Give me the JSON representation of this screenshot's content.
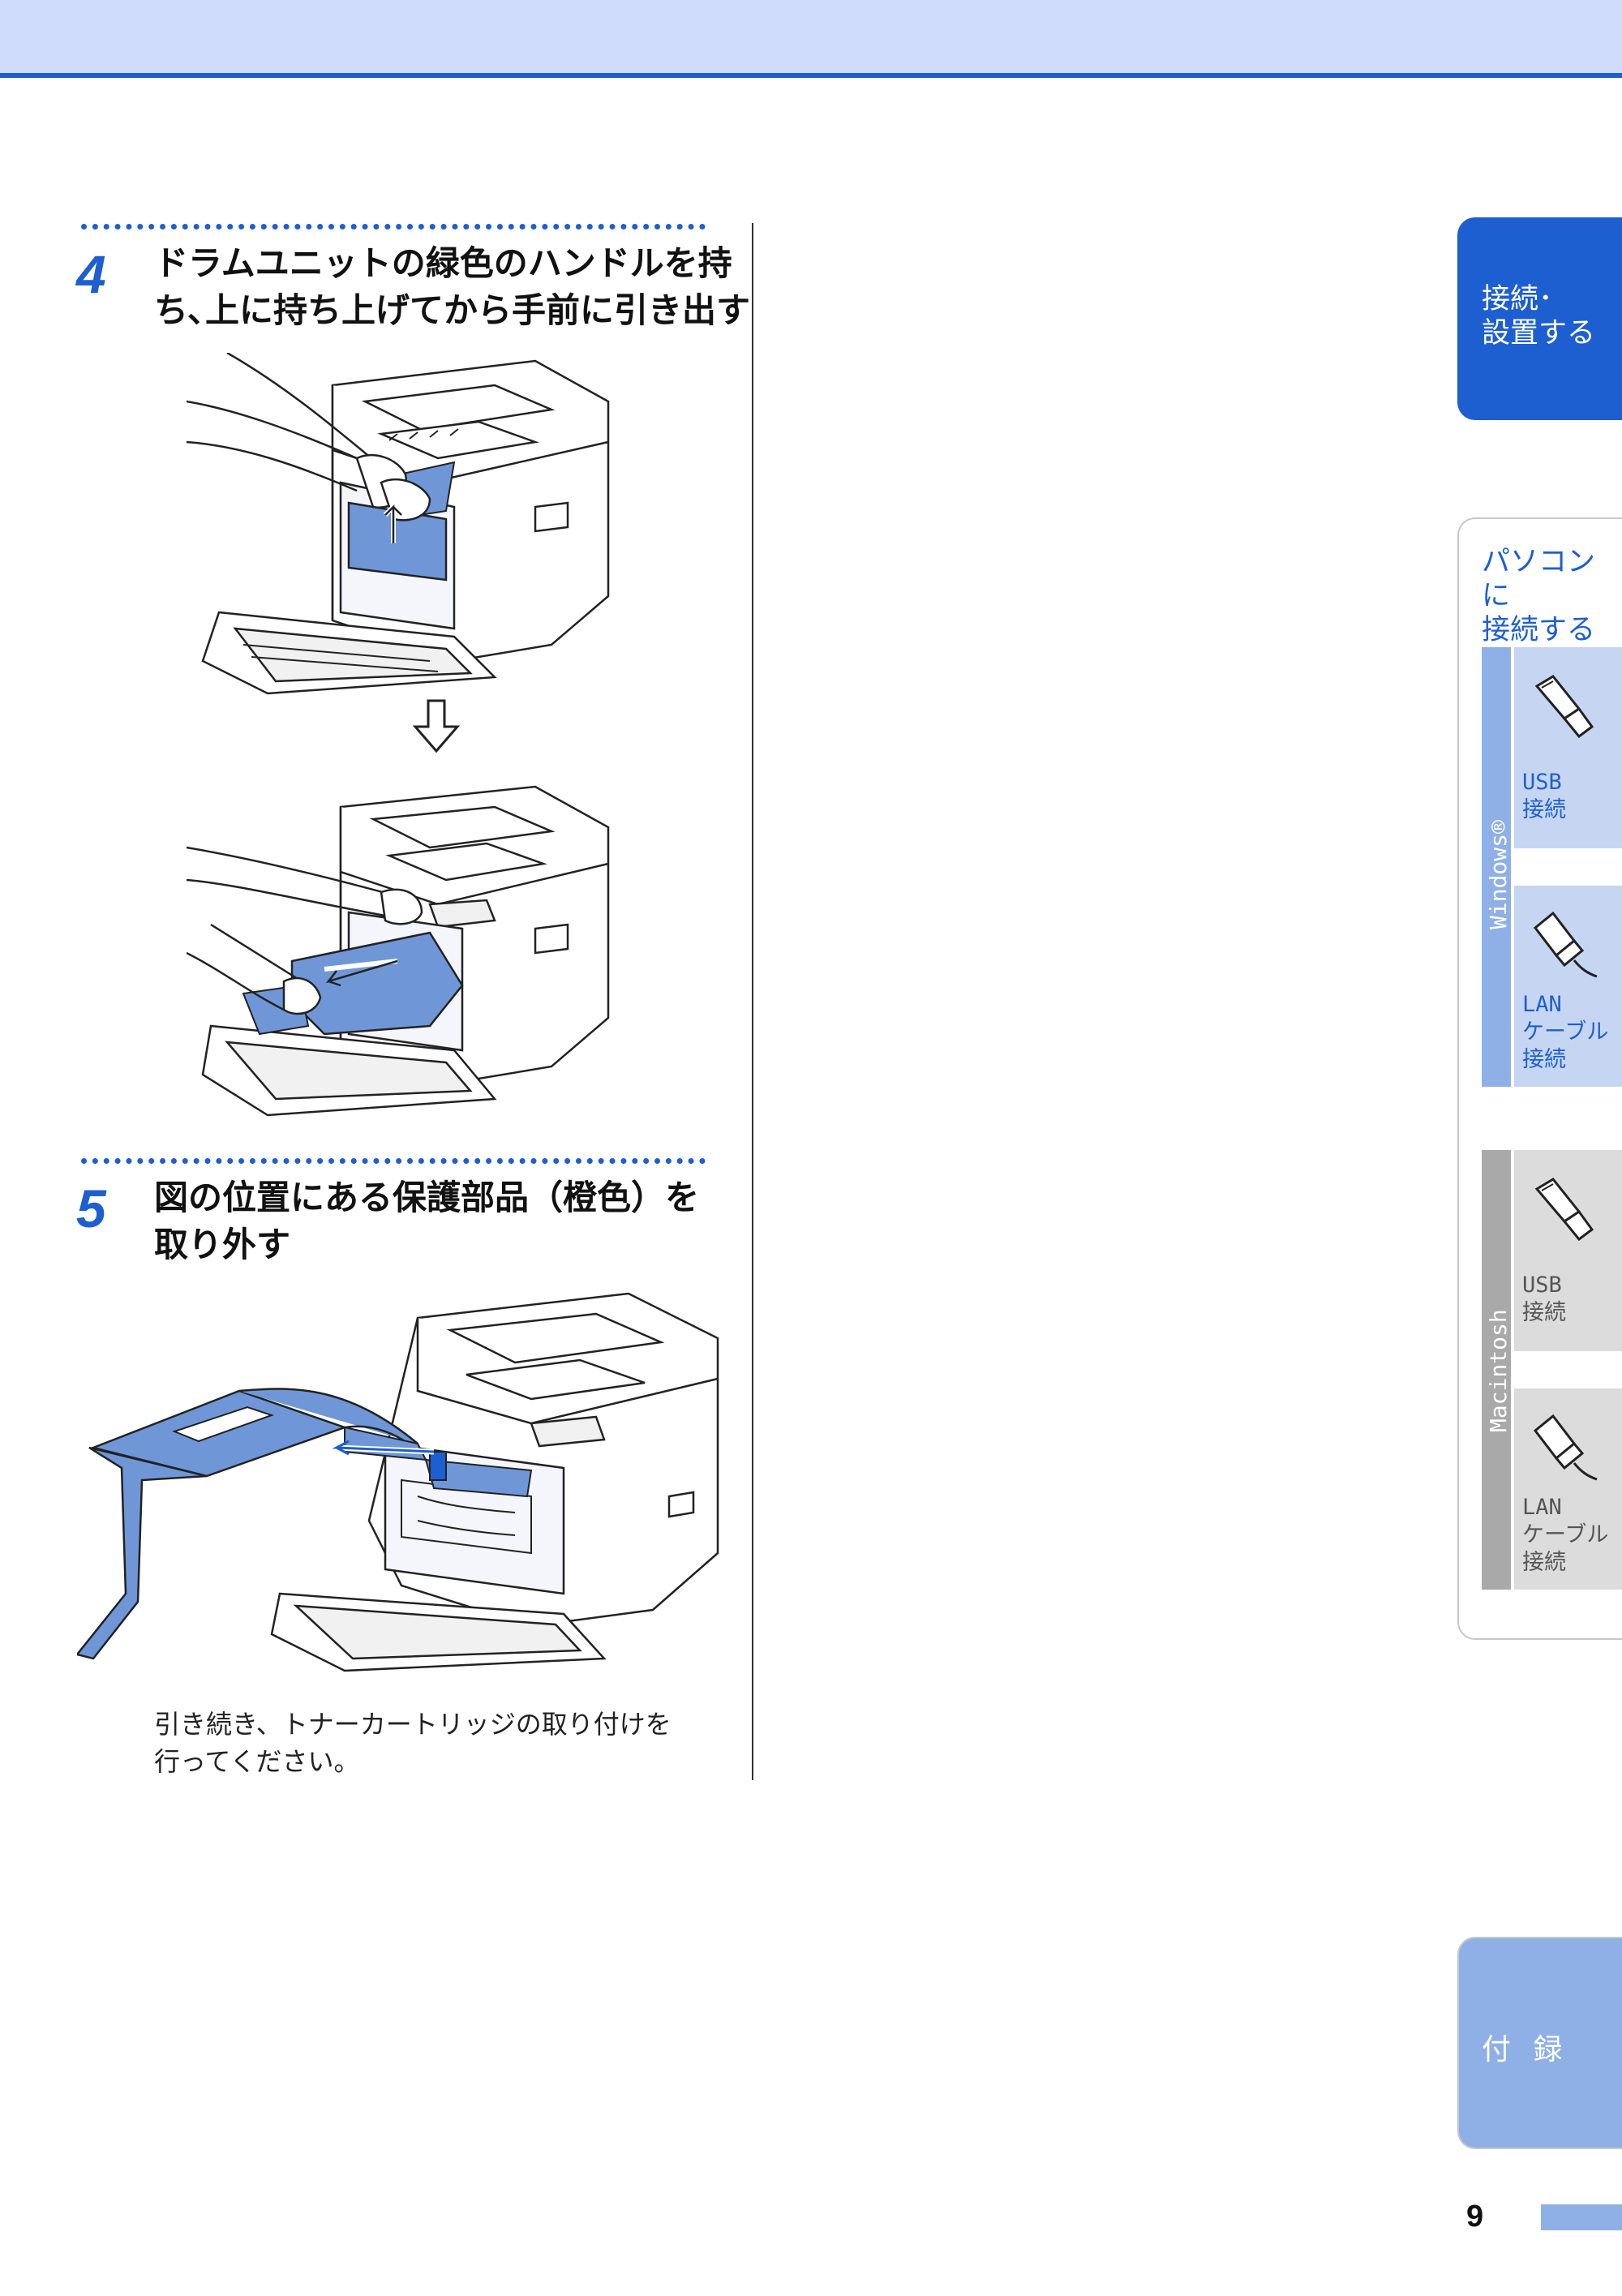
{
  "steps": [
    {
      "number": "4",
      "lines": [
        "ドラムユニットの緑色のハンドルを持",
        "ち､上に持ち上げてから手前に引き出す"
      ]
    },
    {
      "number": "5",
      "lines": [
        "図の位置にある保護部品（橙色）を",
        "取り外す"
      ]
    }
  ],
  "note": {
    "lines": [
      "引き続き、トナーカートリッジの取り付けを",
      "行ってください。"
    ]
  },
  "sidebar": {
    "active_tab": {
      "lines": [
        "接続･",
        "設置する"
      ]
    },
    "pc_tab": {
      "lines": [
        "パソコンに",
        "接続する"
      ],
      "windows": {
        "os_label": "Windows®",
        "items": [
          {
            "lines": [
              "USB",
              "接続"
            ],
            "icon": "usb-plug-icon"
          },
          {
            "lines": [
              "LAN",
              "ケーブル",
              "接続"
            ],
            "icon": "lan-plug-icon"
          }
        ]
      },
      "mac": {
        "os_label": "Macintosh",
        "items": [
          {
            "lines": [
              "USB",
              "接続"
            ],
            "icon": "usb-plug-icon"
          },
          {
            "lines": [
              "LAN",
              "ケーブル",
              "接続"
            ],
            "icon": "lan-plug-icon"
          }
        ]
      }
    },
    "appendix_tab": {
      "label": "付 録"
    }
  },
  "page_number": "9",
  "colors": {
    "accent": "#1d5fd0",
    "light_blue": "#8fb0e6",
    "header_band": "#cfdcfb",
    "part_blue": "#6f97d8"
  }
}
